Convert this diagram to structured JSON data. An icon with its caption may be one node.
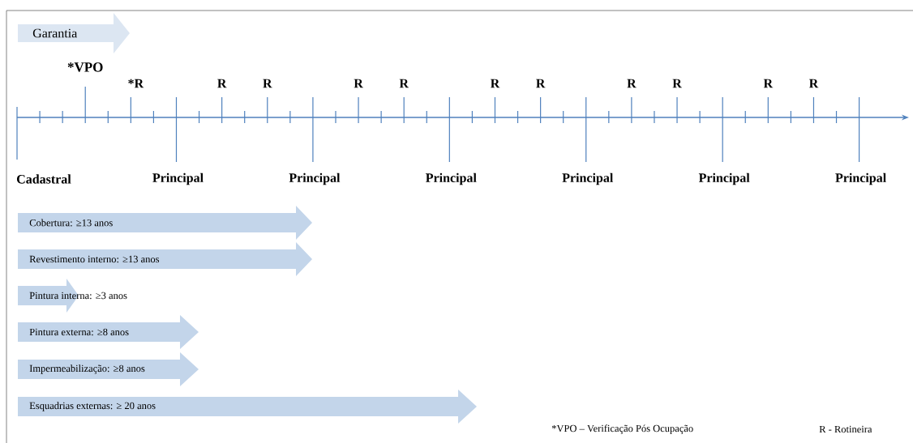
{
  "diagram": {
    "nodes": [
      {
        "text": [
          "Garantia"
        ]
      },
      {
        "text": [
          "Cobertura: ≥13 anos"
        ]
      },
      {
        "text": [
          "Revestimento interno: ≥13 anos"
        ]
      },
      {
        "text": [
          "Pintura interna: ≥3 anos"
        ]
      },
      {
        "text": [
          "Pintura externa: ≥8 anos"
        ]
      },
      {
        "text": [
          "Impermeabilização: ≥8 anos"
        ]
      },
      {
        "text": [
          "Esquadrias externas: ≥ 20 anos"
        ]
      }
    ],
    "labels": [
      "*VPO",
      "*R",
      "R",
      "R",
      "R",
      "R",
      "R",
      "R",
      "R",
      "R",
      "R",
      "R",
      "Cadastral",
      "Principal",
      "Principal",
      "Principal",
      "Principal",
      "Principal",
      "Principal",
      "*VPO – Verificação Pós Ocupação",
      "R - Rotineira"
    ]
  }
}
